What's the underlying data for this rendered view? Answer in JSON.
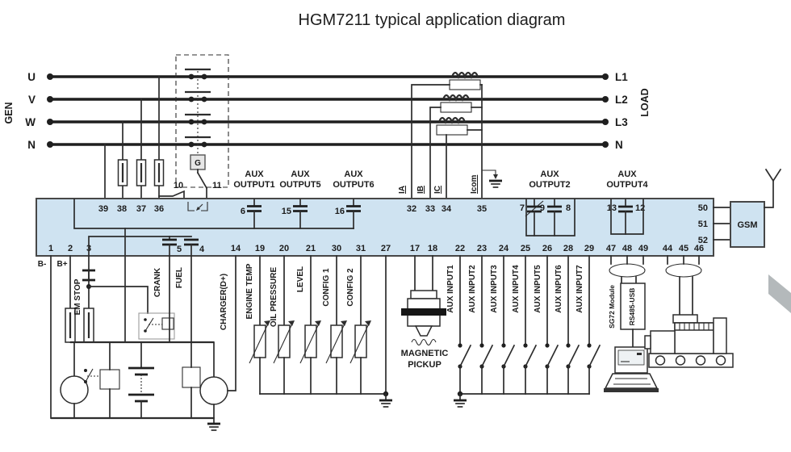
{
  "title": "HGM7211 typical application diagram",
  "colors": {
    "panel_fill": "#cfe3f1",
    "panel_stroke": "#474747",
    "wire": "#2d2d2d",
    "wedge": "#b4b9bb"
  },
  "gen": {
    "label": "GEN",
    "u": "U",
    "v": "V",
    "w": "W",
    "n": "N"
  },
  "load": {
    "label": "LOAD",
    "l1": "L1",
    "l2": "L2",
    "l3": "L3",
    "n": "N"
  },
  "contactor": {
    "coil": "G",
    "t10": "10",
    "t11": "11"
  },
  "top_terms": {
    "t39": "39",
    "t38": "38",
    "t37": "37",
    "t36": "36",
    "t6": "6",
    "t15": "15",
    "t16": "16",
    "t32": "32",
    "t33": "33",
    "t34": "34",
    "t35": "35",
    "t7": "7",
    "t9": "9",
    "t8": "8",
    "t13": "13",
    "t12": "12"
  },
  "right_terms": {
    "t50": "50",
    "t51": "51",
    "t52": "52"
  },
  "bottom_terms": {
    "t1": "1",
    "t2": "2",
    "t3": "3",
    "t5": "5",
    "t4": "4",
    "t14": "14",
    "t19": "19",
    "t20": "20",
    "t21": "21",
    "t30": "30",
    "t31": "31",
    "t27": "27",
    "t17": "17",
    "t18": "18",
    "t22": "22",
    "t23": "23",
    "t24": "24",
    "t25": "25",
    "t26": "26",
    "t28": "28",
    "t29": "29",
    "t47": "47",
    "t48": "48",
    "t49": "49",
    "t44": "44",
    "t45": "45",
    "t46": "46"
  },
  "aux_out": {
    "aux": "AUX",
    "o1": "OUTPUT1",
    "o5": "OUTPUT5",
    "o6": "OUTPUT6",
    "o2": "OUTPUT2",
    "o4": "OUTPUT4"
  },
  "ct": {
    "ia": "IA",
    "ib": "IB",
    "ic": "IC",
    "icom": "Icom"
  },
  "battery": {
    "neg": "B-",
    "pos": "B+"
  },
  "engine": {
    "em_stop": "EM STOP",
    "crank": "CRANK",
    "fuel": "FUEL",
    "charger": "CHARGER(D+)"
  },
  "sensors": {
    "s19": "ENGINE TEMP",
    "s20": "OIL PRESSURE",
    "s21": "LEVEL",
    "s30": "CONFIG 1",
    "s31": "CONFIG 2"
  },
  "pickup": {
    "line1": "MAGNETIC",
    "line2": "PICKUP"
  },
  "aux_in": {
    "i1": "AUX INPUT1",
    "i2": "AUX INPUT2",
    "i3": "AUX INPUT3",
    "i4": "AUX INPUT4",
    "i5": "AUX INPUT5",
    "i6": "AUX INPUT6",
    "i7": "AUX INPUT7"
  },
  "comm": {
    "module": "SG72 Module",
    "iface": "RS485-USB"
  },
  "gsm": {
    "label": "GSM"
  }
}
